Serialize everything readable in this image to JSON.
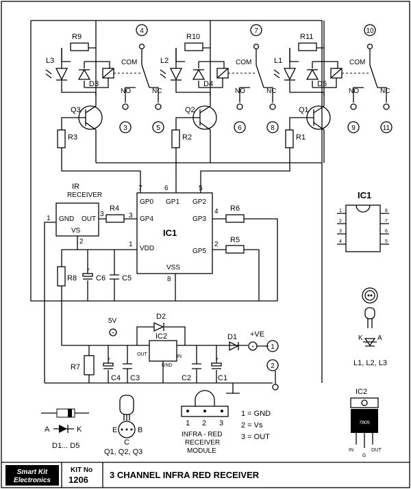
{
  "title": {
    "kit_brand_1": "Smart Kit",
    "kit_brand_2": "Electronics",
    "kit_no_label": "KIT No",
    "kit_no": "1206",
    "name": "3 CHANNEL INFRA RED RECEIVER"
  },
  "channels": [
    {
      "resistor": "R9",
      "led": "L3",
      "diode": "D3",
      "transistor": "Q3",
      "base_resistor": "R3",
      "com": "4",
      "no": "3",
      "nc": "5"
    },
    {
      "resistor": "R10",
      "led": "L2",
      "diode": "D4",
      "transistor": "Q2",
      "base_resistor": "R2",
      "com": "7",
      "no": "6",
      "nc": "8"
    },
    {
      "resistor": "R11",
      "led": "L1",
      "diode": "D5",
      "transistor": "Q1",
      "base_resistor": "R1",
      "com": "10",
      "no": "9",
      "nc": "11"
    }
  ],
  "relay_labels": {
    "com": "COM",
    "no": "NO",
    "nc": "NC"
  },
  "ic1": {
    "name": "IC1",
    "gp0": "GP0",
    "gp1": "GP1",
    "gp2": "GP2",
    "gp3": "GP3",
    "gp4": "GP4",
    "gp5": "GP5",
    "vdd": "VDD",
    "vss": "VSS",
    "p7": "7",
    "p6": "6",
    "p5": "5",
    "p4": "4",
    "p3": "3",
    "p2": "2",
    "p1": "1",
    "p8": "8"
  },
  "ir": {
    "label1": "IR",
    "label2": "RECEIVER",
    "gnd": "GND",
    "out": "OUT",
    "vs": "VS",
    "p1": "1",
    "p2": "2",
    "p3": "3"
  },
  "parts": {
    "r4": "R4",
    "r5": "R5",
    "r6": "R6",
    "r7": "R7",
    "r8": "R8",
    "c1": "C1",
    "c2": "C2",
    "c3": "C3",
    "c4": "C4",
    "c5": "C5",
    "c6": "C6",
    "d1": "D1",
    "d2": "D2",
    "ic2": "IC2",
    "ic2_out": "OUT",
    "ic2_in": "IN",
    "ic2_gnd": "GND",
    "v5": "5V",
    "vplus": "+VE",
    "term1": "1",
    "term2": "2"
  },
  "pinout": {
    "ic1": "IC1",
    "p1": "1",
    "p2": "2",
    "p3": "3",
    "p4": "4",
    "p5": "5",
    "p6": "6",
    "p7": "7",
    "p8": "8",
    "led_caption": "L1, L2, L3",
    "led_k": "K",
    "led_a": "A",
    "ic2": "IC2",
    "reg": "7805",
    "reg_in": "IN",
    "reg_g": "G",
    "reg_out": "OUT",
    "diode_caption": "D1... D5",
    "diode_a": "A",
    "diode_k": "K",
    "tr_e": "E",
    "tr_b": "B",
    "tr_c": "C",
    "tr_caption": "Q1, Q2, Q3",
    "mod_1": "1",
    "mod_2": "2",
    "mod_3": "3",
    "mod_l1": "INFRA - RED",
    "mod_l2": "RECEIVER",
    "mod_l3": "MODULE",
    "leg1": "1 = GND",
    "leg2": "2 = Vs",
    "leg3": "3 = OUT"
  }
}
